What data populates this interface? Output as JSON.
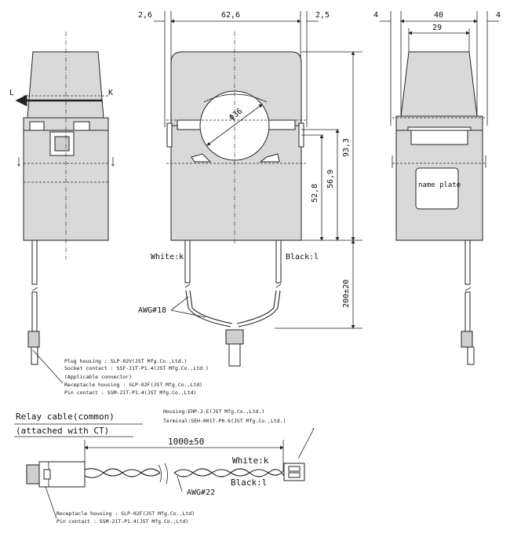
{
  "dimensions": {
    "front_left_gap": "2,6",
    "front_width": "62,6",
    "front_right_gap": "2,5",
    "side_gap_left": "4",
    "side_width": "40",
    "side_gap_right": "4",
    "side_inner": "29",
    "aperture": "Φ36",
    "height_total": "93,3",
    "height_a": "52,8",
    "height_b": "56,9",
    "lead_length": "200±20",
    "relay_length": "1000±50"
  },
  "left_view": {
    "arrow_left": "L",
    "arrow_right": "K"
  },
  "front_view": {
    "wire_white": "White:k",
    "wire_black": "Black:l",
    "awg": "AWG#18"
  },
  "side_view": {
    "name_plate": "name plate"
  },
  "plug_notes": [
    "Plug housing : SLP-02V(JST Mfg.Co.,Ltd.)",
    "Socket contact : SSF-21T-P1.4(JST Mfg.Co.,Ltd.)",
    "(Applicable connector)",
    "Receptacle housing : SLP-02F(JST Mfg.Co.,Ltd)",
    "Pin contact : SSM-21T-P1.4(JST Mfg.Co.,Ltd)"
  ],
  "relay": {
    "title_line1": "Relay cable(common)",
    "title_line2": "(attached with CT)",
    "housing": "Housing:EHP-2-E(JST Mfg.Co.,Ltd.)",
    "terminal": "Terminal:SEH-001T-P0.6(JST Mfg.Co.,Ltd.)",
    "white": "White:k",
    "black": "Black:l",
    "awg": "AWG#22",
    "note_receptacle": "Receptacle housing : SLP-02F(JST Mfg.Co.,Ltd)",
    "note_pin": "Pin contact : SSM-21T-P1.4(JST Mfg.Co.,Ltd)"
  }
}
